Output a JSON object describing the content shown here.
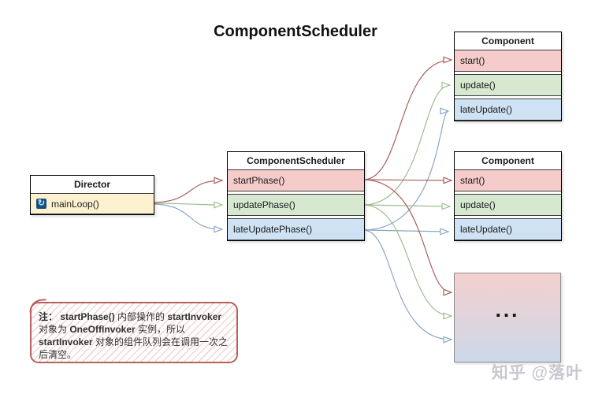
{
  "title": "ComponentScheduler",
  "watermark": "知乎 @落叶",
  "colors": {
    "red_line": "#a9605d",
    "green_line": "#9dbf8e",
    "blue_line": "#8aa7c9",
    "pink_fill": "#f6cccb",
    "green_fill": "#d7e8d0",
    "blue_fill": "#cfe2f3",
    "cream_fill": "#fdf2cf",
    "ellipsis_top": "#f4d0cd",
    "ellipsis_bottom": "#ccd8ea",
    "note_border": "#b8605c",
    "note_hatch": "#f2d7d6"
  },
  "director": {
    "title": "Director",
    "method": "mainLoop()",
    "icon": "refresh-icon",
    "icon_glyph": "↻"
  },
  "scheduler": {
    "title": "ComponentScheduler",
    "rows": [
      "startPhase()",
      "updatePhase()",
      "lateUpdatePhase()"
    ]
  },
  "component_top": {
    "title": "Component",
    "rows": [
      "start()",
      "update()",
      "lateUpdate()"
    ]
  },
  "component_mid": {
    "title": "Component",
    "rows": [
      "start()",
      "update()",
      "lateUpdate()"
    ]
  },
  "ellipsis_box": {
    "label": "..."
  },
  "note": {
    "segments": [
      {
        "text": "注： ",
        "bold": true
      },
      {
        "text": "startPhase()",
        "bold": true
      },
      {
        "text": " 内部操作的 ",
        "bold": false
      },
      {
        "text": "startInvoker",
        "bold": true
      },
      {
        "text": " 对象为 ",
        "bold": false
      },
      {
        "text": "OneOffInvoker",
        "bold": true
      },
      {
        "text": " 实例，所以 ",
        "bold": false
      },
      {
        "text": "startInvoker",
        "bold": true
      },
      {
        "text": " 对象的组件队列会在调用一次之后清空。",
        "bold": false
      }
    ]
  }
}
